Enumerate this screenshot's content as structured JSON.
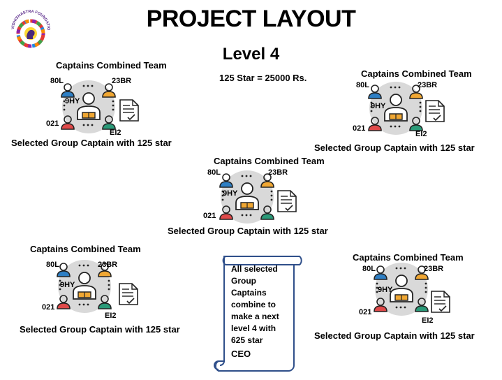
{
  "header": {
    "title": "PROJECT LAYOUT",
    "level": "Level 4",
    "price": "125 Star = 25000 Rs."
  },
  "logo": {
    "text": "VIDHISHASTRA FOUNDATION",
    "colors": [
      "#e53935",
      "#fb8c00",
      "#fdd835",
      "#43a047",
      "#1e88e5",
      "#8e24aa"
    ]
  },
  "groups": [
    {
      "title": "Captains Combined Team",
      "caption": "Selected Group Captain with 125 star",
      "labels": {
        "tl": "80L",
        "tr": "23BR",
        "center": "9HY",
        "bl": "021",
        "br": "EI2"
      }
    },
    {
      "title": "Captains Combined Team",
      "caption": "Selected Group Captain with 125 star",
      "labels": {
        "tl": "80L",
        "tr": "23BR",
        "center": "9HY",
        "bl": "021",
        "br": "EI2"
      }
    },
    {
      "title": "Captains Combined Team",
      "caption": "Selected Group Captain with 125 star",
      "labels": {
        "tl": "80L",
        "tr": "23BR",
        "center": "9HY",
        "bl": "021",
        "br": ""
      }
    },
    {
      "title": "Captains Combined Team",
      "caption": "Selected Group Captain with 125 star",
      "labels": {
        "tl": "80L",
        "tr": "23BR",
        "center": "9HY",
        "bl": "021",
        "br": "EI2"
      }
    },
    {
      "title": "Captains Combined Team",
      "caption": "Selected Group Captain with 125 star",
      "labels": {
        "tl": "80L",
        "tr": "23BR",
        "center": "9HY",
        "bl": "021",
        "br": "EI2"
      }
    }
  ],
  "scroll": {
    "lines": [
      "All selected",
      "Group",
      "Captains",
      "combine to",
      "make a next",
      "level 4 with",
      "625 star"
    ],
    "final": "CEO"
  },
  "colors": {
    "blue": "#2e7fc4",
    "orange": "#f0a733",
    "red": "#e04a4a",
    "green": "#2a9a78",
    "grey_circle": "#d9d9d9",
    "scroll_border": "#2f4f8a"
  }
}
